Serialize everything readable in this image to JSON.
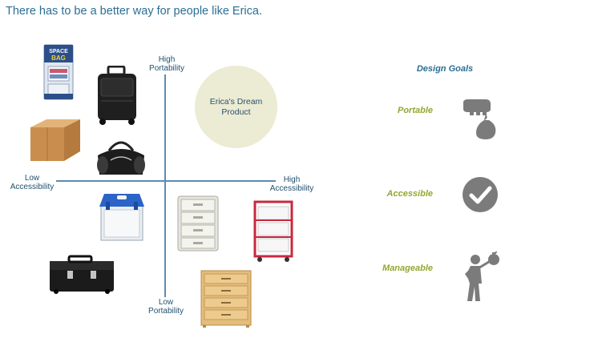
{
  "headline": "There has to be a better way for people like Erica.",
  "axes": {
    "top": [
      "High",
      "Portability"
    ],
    "bottom": [
      "Low",
      "Portability"
    ],
    "left": [
      "Low",
      "Accessibility"
    ],
    "right": [
      "High",
      "Accessibility"
    ]
  },
  "dream": [
    "Erica's Dream",
    "Product"
  ],
  "space_bag": {
    "line1": "SPACE",
    "line2": "BAG"
  },
  "design_goals": {
    "title": "Design Goals",
    "items": [
      {
        "label": "Portable",
        "icon": "hand-carrying-bag-icon"
      },
      {
        "label": "Accessible",
        "icon": "check-circle-icon"
      },
      {
        "label": "Manageable",
        "icon": "person-carrying-bundle-icon"
      }
    ]
  },
  "colors": {
    "headline": "#2a6f93",
    "axis": "#5d8bb0",
    "goal_label": "#94a632",
    "icon": "#7b7b7b",
    "dream_circle": "#ecebd3"
  }
}
